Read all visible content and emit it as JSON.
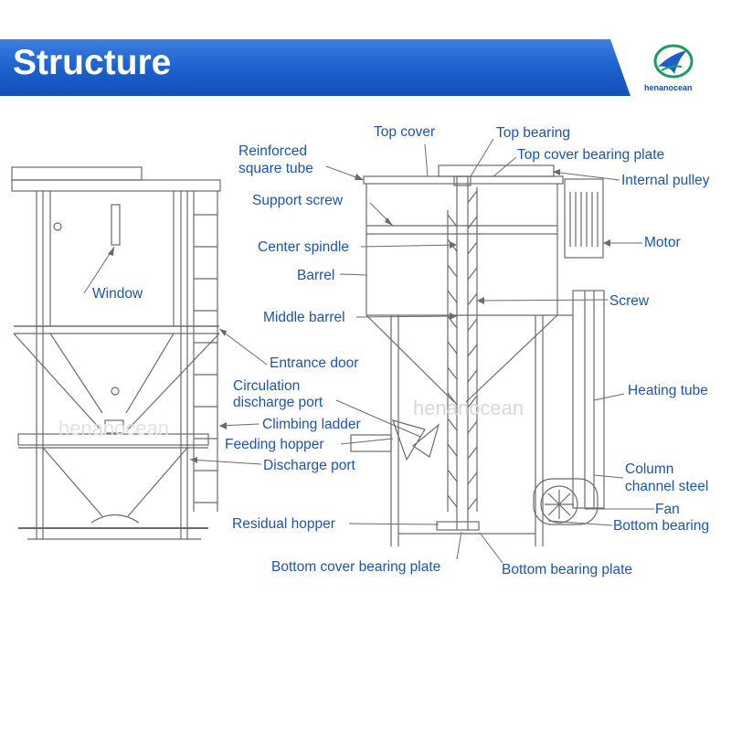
{
  "header": {
    "title": "Structure",
    "logo_text": "henanocean"
  },
  "watermark": "henanocean",
  "labels": {
    "window": "Window",
    "entrance_door": "Entrance door",
    "climbing_ladder": "Climbing ladder",
    "discharge_port": "Discharge port",
    "reinforced_square_tube_1": "Reinforced",
    "reinforced_square_tube_2": "square tube",
    "support_screw": "Support screw",
    "center_spindle": "Center spindle",
    "barrel": "Barrel",
    "middle_barrel": "Middle barrel",
    "circulation_discharge_port_1": "Circulation",
    "circulation_discharge_port_2": "discharge port",
    "feeding_hopper": "Feeding hopper",
    "residual_hopper": "Residual hopper",
    "bottom_cover_bearing_plate": "Bottom cover bearing plate",
    "bottom_bearing_plate": "Bottom bearing plate",
    "top_cover": "Top cover",
    "top_bearing": "Top bearing",
    "top_cover_bearing_plate": "Top cover bearing plate",
    "internal_pulley": "Internal pulley",
    "motor": "Motor",
    "screw": "Screw",
    "heating_tube": "Heating tube",
    "column_channel_steel_1": "Column",
    "column_channel_steel_2": "channel steel",
    "fan": "Fan",
    "bottom_bearing": "Bottom bearing"
  },
  "colors": {
    "header_blue": "#1a5fcc",
    "label_blue": "#1a56b8",
    "line_gray": "#6b6b6b"
  }
}
